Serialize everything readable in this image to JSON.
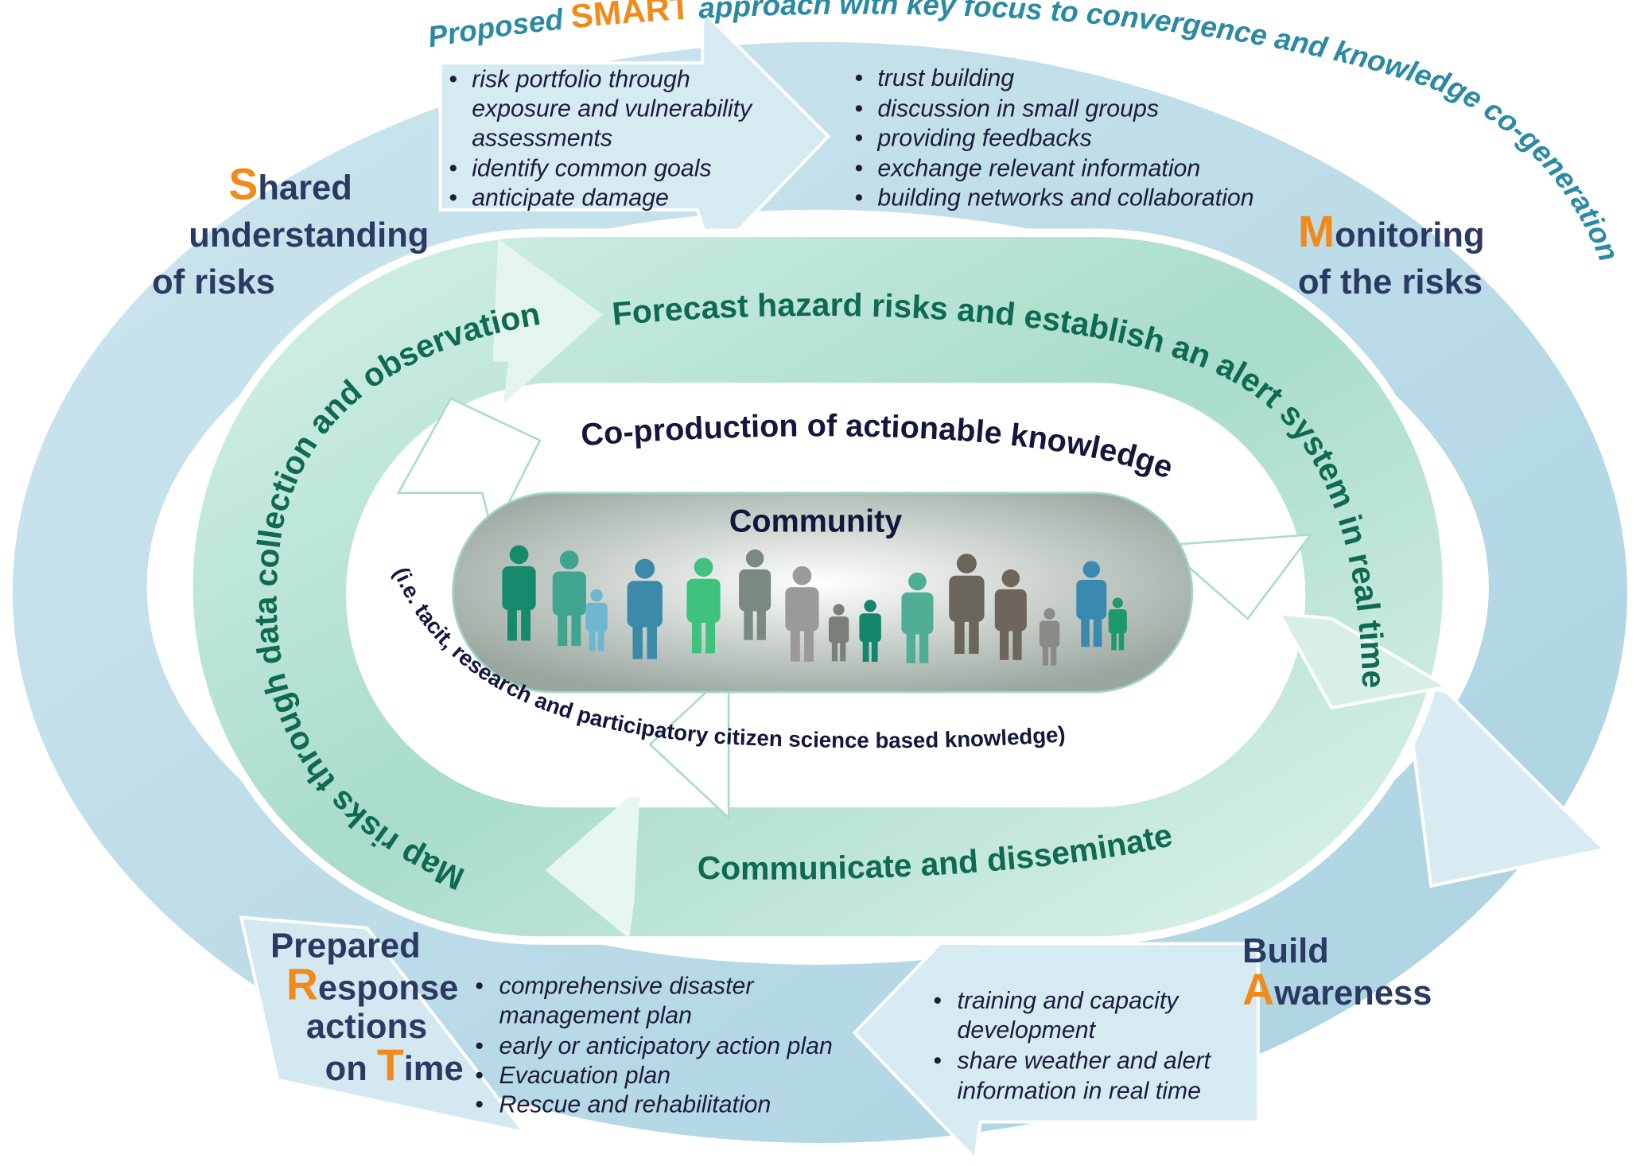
{
  "title": {
    "prefix": "Proposed ",
    "smart": "SMART",
    "suffix": " approach with key focus to convergence and knowledge co-generation"
  },
  "colors": {
    "outer_ring": "#bcdde8",
    "green_ring": "#a9dccc",
    "orange": "#f28a1a",
    "title": "#2a8aa3",
    "stage_text": "#2a3a62",
    "green_text": "#0e6a52"
  },
  "stages": {
    "shared": {
      "cap": "S",
      "line1": "hared",
      "line2": "understanding",
      "line3": "of risks",
      "bullets": [
        "risk portfolio through",
        "exposure and vulnerability",
        "assessments",
        "identify common goals",
        "anticipate damage"
      ]
    },
    "monitoring": {
      "cap": "M",
      "line1": "onitoring",
      "line2": "of the risks",
      "bullets": [
        "trust building",
        "discussion in small groups",
        "providing feedbacks",
        "exchange relevant information",
        "building networks and collaboration"
      ]
    },
    "awareness": {
      "line1": "Build",
      "cap": "A",
      "line2": "wareness",
      "bullets": [
        "training and capacity",
        "development",
        "share weather and alert",
        "information in real time"
      ]
    },
    "response": {
      "line1": "Prepared",
      "cap_r": "R",
      "line2": "esponse",
      "line3": "actions",
      "on": "on ",
      "cap_t": "T",
      "line4": "ime",
      "bullets": [
        "comprehensive disaster",
        "management plan",
        "early or anticipatory action plan",
        "Evacuation plan",
        "Rescue and rehabilitation"
      ]
    }
  },
  "inner_cycle": {
    "forecast": "Forecast hazard risks and establish an alert system in real time",
    "map": "Map risks through data collection and observation",
    "communicate": "Communicate and disseminate"
  },
  "center": {
    "coproduction": "Co-production of actionable knowledge",
    "community": "Community",
    "knowledge_types": "(i.e. tacit, research and participatory citizen science based knowledge)"
  }
}
